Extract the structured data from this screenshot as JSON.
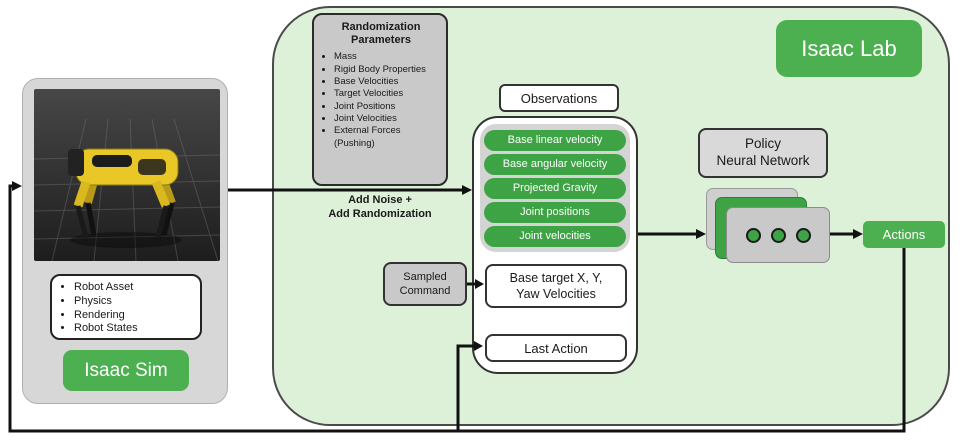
{
  "colors": {
    "green_box": "#4caf50",
    "pill_green": "#3ea345",
    "lab_background": "#ddf0d8",
    "gray_box": "#c9c9c9",
    "panel_gray": "#d7d7d7"
  },
  "isaac_sim": {
    "title": "Isaac Sim",
    "features": [
      "Robot Asset",
      "Physics",
      "Rendering",
      "Robot States"
    ]
  },
  "isaac_lab": {
    "title": "Isaac Lab",
    "randomization": {
      "title": "Randomization Parameters",
      "items": [
        "Mass",
        "Rigid Body Properties",
        "Base Velocities",
        "Target Velocities",
        "Joint Positions",
        "Joint Velocities",
        "External Forces (Pushing)"
      ]
    },
    "noise_label": "Add Noise +\nAdd Randomization",
    "observations": {
      "title": "Observations",
      "pills": [
        "Base linear velocity",
        "Base angular velocity",
        "Projected Gravity",
        "Joint positions",
        "Joint velocities"
      ],
      "base_target": "Base target X, Y,\nYaw Velocities",
      "last_action": "Last Action"
    },
    "sampled_command": "Sampled\nCommand",
    "policy": "Policy\nNeural Network",
    "actions": "Actions"
  }
}
